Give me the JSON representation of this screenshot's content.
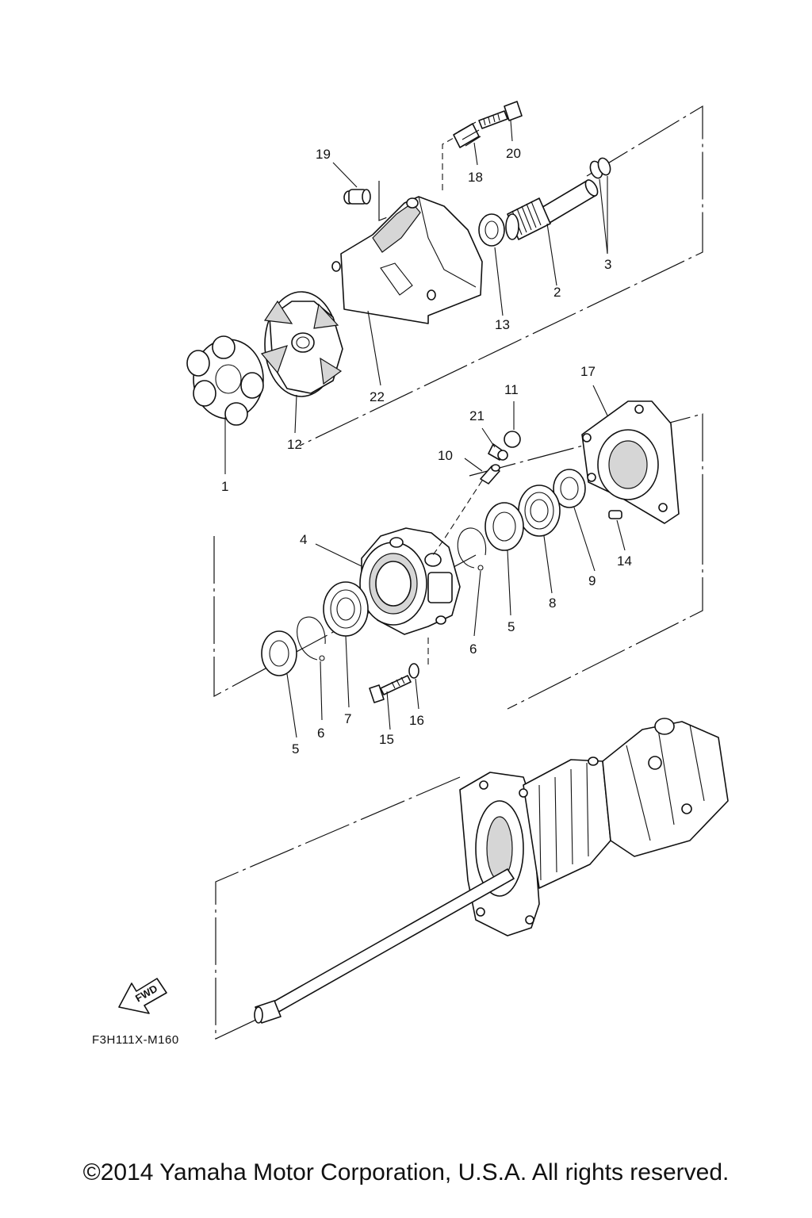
{
  "callouts": {
    "c19": "19",
    "c18": "18",
    "c20": "20",
    "c13": "13",
    "c2": "2",
    "c3": "3",
    "c22": "22",
    "c12": "12",
    "c1": "1",
    "c17": "17",
    "c11": "11",
    "c21": "21",
    "c10": "10",
    "c14": "14",
    "c9": "9",
    "c8": "8",
    "c5a": "5",
    "c6a": "6",
    "c4": "4",
    "c5b": "5",
    "c6b": "6",
    "c7": "7",
    "c15": "15",
    "c16": "16"
  },
  "fwd_label": "FWD",
  "diagram_code": "F3H111X-M160",
  "copyright": "©2014 Yamaha Motor Corporation, U.S.A. All rights reserved."
}
